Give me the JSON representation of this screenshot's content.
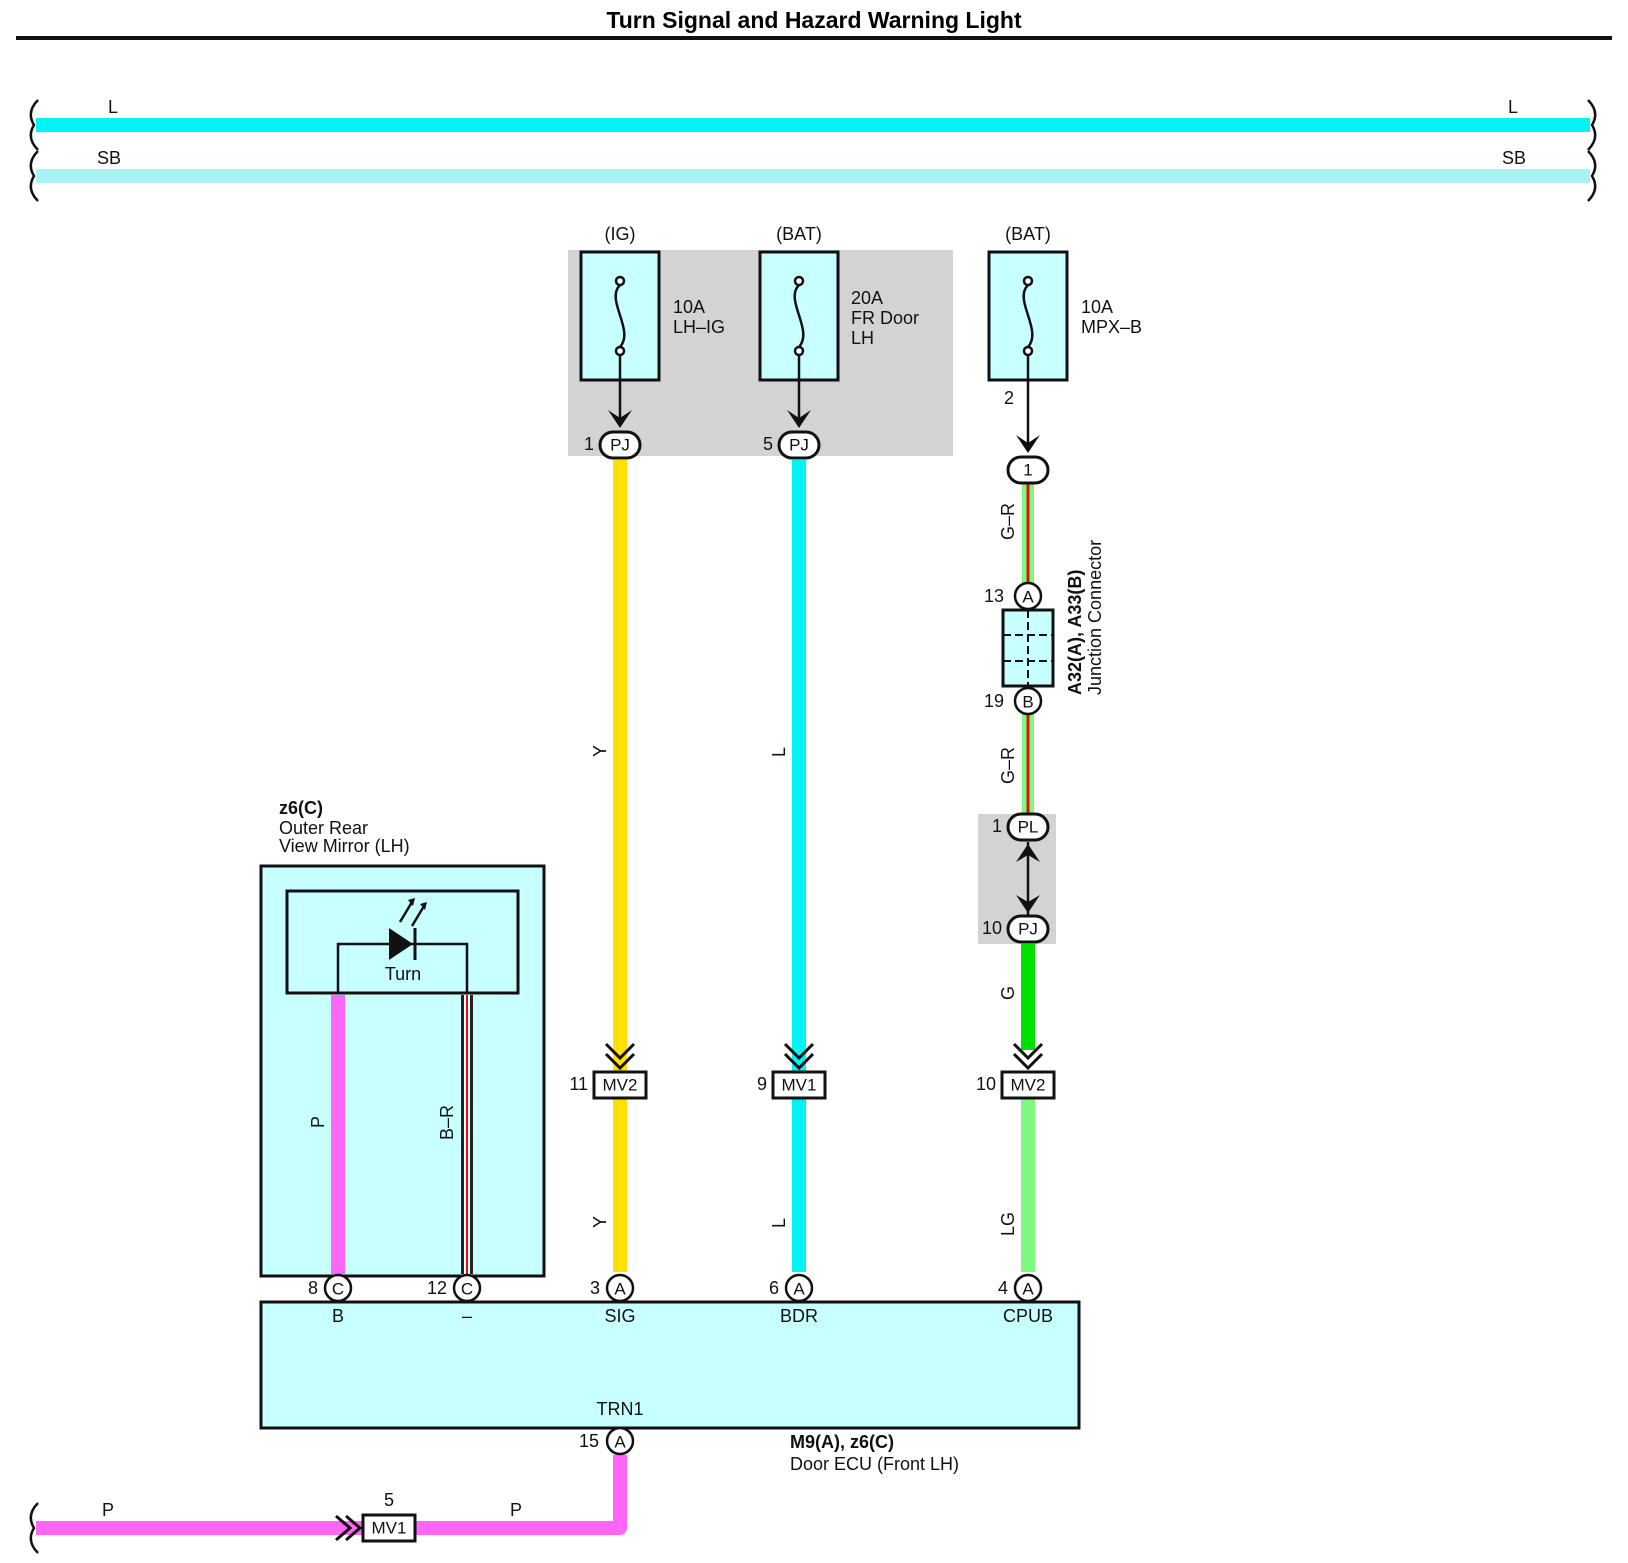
{
  "title": "Turn Signal and Hazard Warning Light",
  "colors": {
    "L": "#00f4f4",
    "SB": "#a8f4f4",
    "Y": "#ffe000",
    "G": "#00e000",
    "LG": "#80f880",
    "P": "#ff66f6",
    "component_fill": "#c8ffff",
    "relay_block": "#d3d3d3"
  },
  "buses": {
    "l_left": "L",
    "l_right": "L",
    "sb_left": "SB",
    "sb_right": "SB"
  },
  "fuses": {
    "f1": {
      "source": "(IG)",
      "rating": "10A",
      "name": "LH–IG"
    },
    "f2": {
      "source": "(BAT)",
      "rating": "20A",
      "name1": "FR Door",
      "name2": "LH"
    },
    "f3": {
      "source": "(BAT)",
      "rating": "10A",
      "name": "MPX–B",
      "pin": "2"
    }
  },
  "connectors": {
    "pj1_num": "1",
    "pj1": "PJ",
    "pj5_num": "5",
    "pj5": "PJ",
    "c1": "1",
    "a13_num": "13",
    "a13": "A",
    "b19_num": "19",
    "b19": "B",
    "pl1_num": "1",
    "pl1": "PL",
    "pj10_num": "10",
    "pj10": "PJ",
    "mv2a_num": "11",
    "mv2a": "MV2",
    "mv1_num": "9",
    "mv1": "MV1",
    "mv2b_num": "10",
    "mv2b": "MV2",
    "mv1b_num": "5",
    "mv1b": "MV1"
  },
  "junction": {
    "code": "A32(A), A33(B)",
    "name": "Junction Connector"
  },
  "wire_labels": {
    "y_upper": "Y",
    "y_lower": "Y",
    "l_upper": "L",
    "l_lower": "L",
    "gr_upper": "G–R",
    "gr_lower": "G–R",
    "g": "G",
    "lg": "LG",
    "p_mirror": "P",
    "br_mirror": "B–R",
    "p_bottom_left": "P",
    "p_bottom_right": "P"
  },
  "mirror": {
    "code": "z6(C)",
    "name1": "Outer Rear",
    "name2": "View Mirror (LH)",
    "lamp": "Turn"
  },
  "ecu": {
    "code": "M9(A), z6(C)",
    "name": "Door ECU (Front LH)",
    "pins": [
      {
        "num": "8",
        "conn": "C",
        "label": "B"
      },
      {
        "num": "12",
        "conn": "C",
        "label": "–"
      },
      {
        "num": "3",
        "conn": "A",
        "label": "SIG"
      },
      {
        "num": "6",
        "conn": "A",
        "label": "BDR"
      },
      {
        "num": "4",
        "conn": "A",
        "label": "CPUB"
      }
    ],
    "bottom_pin": {
      "num": "15",
      "conn": "A",
      "label": "TRN1"
    }
  }
}
